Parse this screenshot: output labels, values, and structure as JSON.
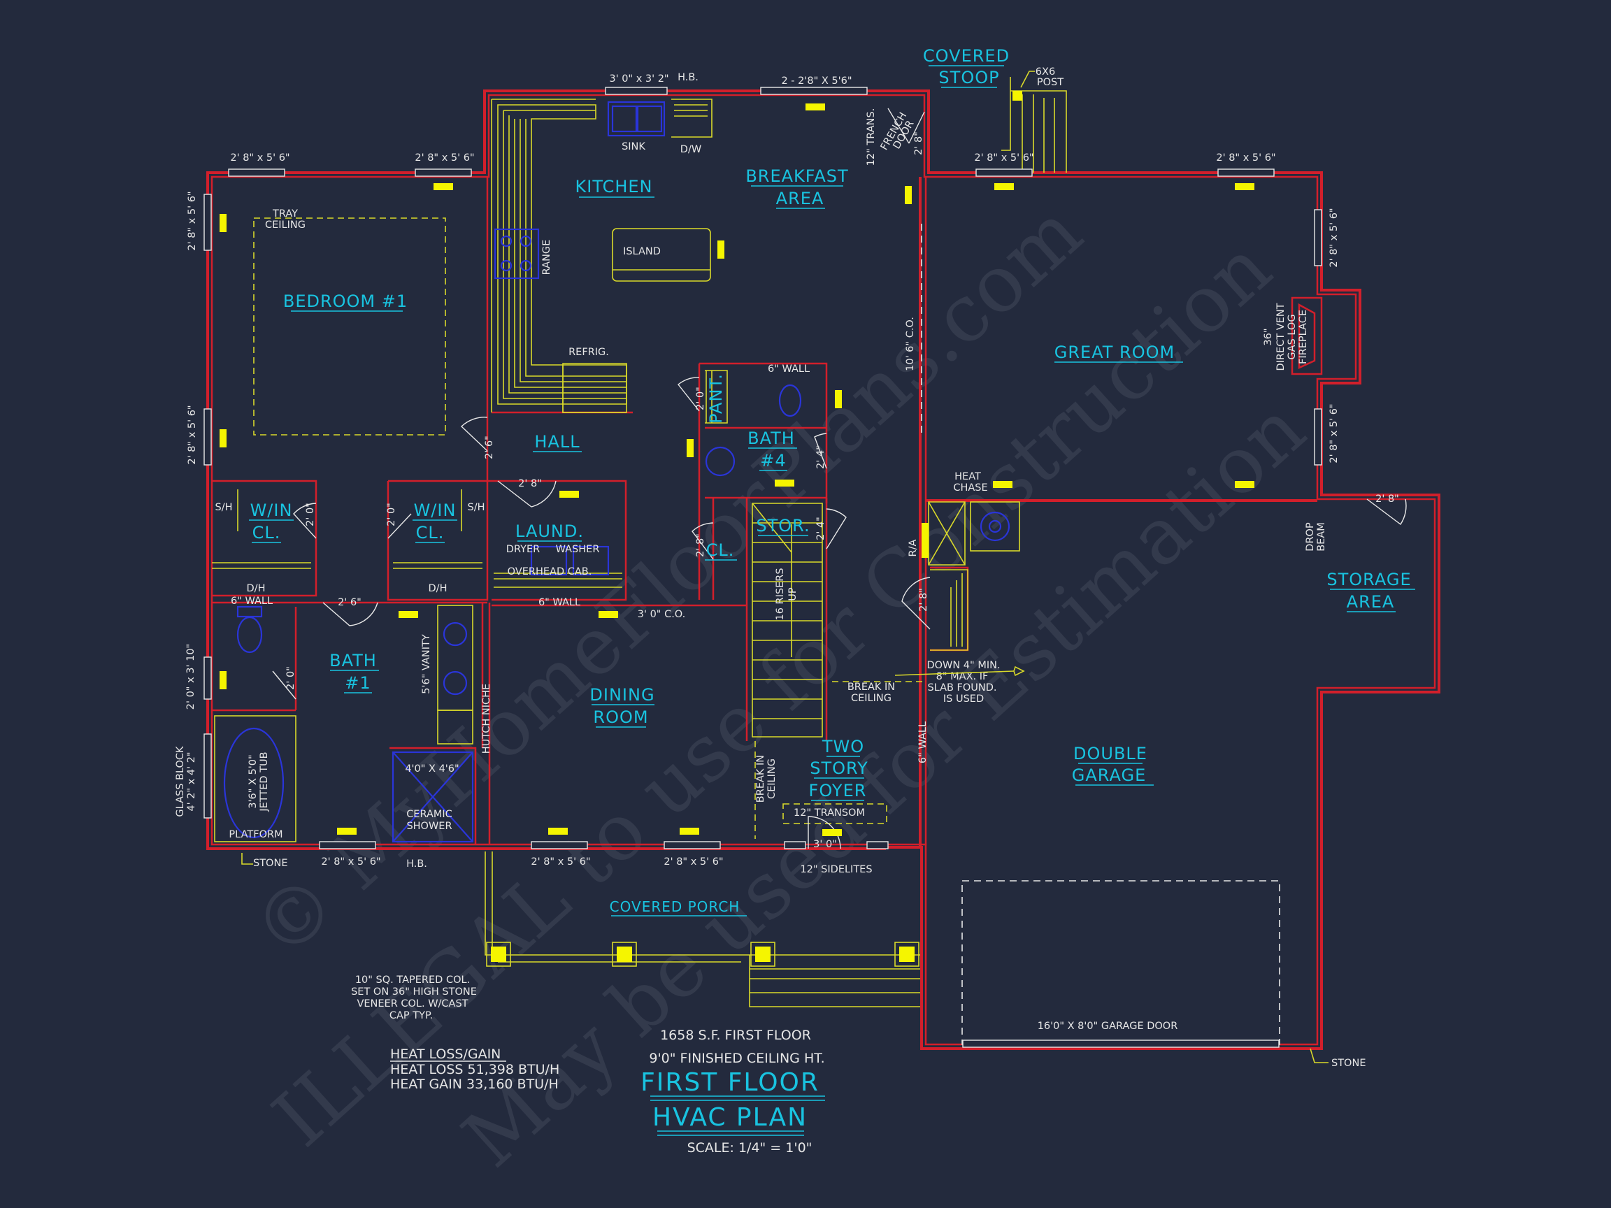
{
  "watermark": {
    "line1": "ILLEGAL to use for Construction",
    "line2": "May be used for Estimation",
    "line3": "© MyHomeFloorPlans.com"
  },
  "rooms": {
    "kitchen": "KITCHEN",
    "breakfast_line1": "BREAKFAST",
    "breakfast_line2": "AREA",
    "covered_stoop_line1": "COVERED",
    "covered_stoop_line2": "STOOP",
    "bedroom1": "BEDROOM #1",
    "great_room": "GREAT ROOM",
    "hall": "HALL",
    "bath4_line1": "BATH",
    "bath4_line2": "#4",
    "pant": "PANT.",
    "win_cl_left_1": "W/IN",
    "win_cl_left_2": "CL.",
    "win_cl_right_1": "W/IN",
    "win_cl_right_2": "CL.",
    "laund": "LAUND.",
    "stor": "STOR.",
    "cl": "CL.",
    "storage_line1": "STORAGE",
    "storage_line2": "AREA",
    "bath1_line1": "BATH",
    "bath1_line2": "#1",
    "dining_line1": "DINING",
    "dining_line2": "ROOM",
    "two_story_line1": "TWO",
    "two_story_line2": "STORY",
    "two_story_line3": "FOYER",
    "double_garage_line1": "DOUBLE",
    "double_garage_line2": "GARAGE",
    "covered_porch": "COVERED PORCH"
  },
  "notes": {
    "win_kitchen": "3' 0\" x 3' 2\"",
    "hb_top": "H.B.",
    "win_breakfast": "2 - 2'8\" X 5'6\"",
    "post": "6X6",
    "post2": "POST",
    "win_bed_top1": "2' 8\" x 5' 6\"",
    "win_bed_top2": "2' 8\" x 5' 6\"",
    "win_bed_left1": "2' 8\" x 5' 6\"",
    "win_bed_left2": "2' 8\" x 5' 6\"",
    "win_gr_top1": "2' 8\" x 5' 6\"",
    "win_gr_top2": "2' 8\" x 5' 6\"",
    "win_gr_right1": "2' 8\" x 5' 6\"",
    "win_gr_right2": "2' 8\" x 5' 6\"",
    "sink": "SINK",
    "dw": "D/W",
    "trans": "12\" TRANS.",
    "french1": "FRENCH",
    "french2": "DOOR",
    "french_size": "2' 8\"",
    "tray1": "TRAY",
    "tray2": "CEILING",
    "island": "ISLAND",
    "range": "RANGE",
    "refrig": "REFRIG.",
    "co_great": "10' 6\" C.O.",
    "fireplace1": "36\"",
    "fireplace2": "DIRECT VENT",
    "fireplace3": "GAS LOG",
    "fireplace4": "FIREPLACE",
    "wall6_top": "6\" WALL",
    "pant_door": "2' 0\"",
    "bath4_door": "2' 4\"",
    "hall_door": "2' 6\"",
    "laund_door": "2' 8\"",
    "heat_chase1": "HEAT",
    "heat_chase2": "CHASE",
    "sh_left": "S/H",
    "sh_right": "S/H",
    "wincl_door_left": "2' 0\"",
    "wincl_door_right": "2' 0\"",
    "dryer": "DRYER",
    "washer": "WASHER",
    "overhead": "OVERHEAD CAB.",
    "cl_door": "2' 8\"",
    "stor_door": "2' 4\"",
    "ra": "R/A",
    "drop_beam1": "DROP",
    "drop_beam2": "BEAM",
    "storage_door": "2' 8\"",
    "dh_left": "D/H",
    "dh_right": "D/H",
    "wall6_bath": "6\" WALL",
    "bath1_door": "2' 6\"",
    "wall6_laund": "6\" WALL",
    "co_dining": "3' 0\" C.O.",
    "risers1": "16 RISERS",
    "risers2": "UP",
    "garage_door_side": "2' 8\"",
    "vanity": "5'6\" VANITY",
    "win_bath": "2' 0\" x 3' 10\"",
    "bath1_inner_door": "2' 0\"",
    "slab1": "DOWN 4\" MIN.",
    "slab2": "8\" MAX. IF",
    "slab3": "SLAB FOUND.",
    "slab4": "IS USED",
    "break_ceiling1a": "BREAK IN",
    "break_ceiling1b": "CEILING",
    "hutch": "HUTCH NICHE",
    "wall6_garage": "6\" WALL",
    "break_ceiling2a": "BREAK IN",
    "break_ceiling2b": "CEILING",
    "tub1": "3'6\" X 5'0\"",
    "tub2": "JETTED TUB",
    "glass1": "GLASS BLOCK",
    "glass2": "4' 2\" x 4' 2\"",
    "shower_size": "4'0\" X 4'6\"",
    "shower1": "CERAMIC",
    "shower2": "SHOWER",
    "transom": "12\" TRANSOM",
    "platform": "PLATFORM",
    "front_door": "3' 0\"",
    "stone_left": "STONE",
    "win_bottom1": "2' 8\" x 5' 6\"",
    "hb_bottom": "H.B.",
    "win_bottom2": "2' 8\" x 5' 6\"",
    "win_bottom3": "2' 8\" x 5' 6\"",
    "sidelites": "12\" SIDELITES",
    "col1": "10\" SQ. TAPERED COL.",
    "col2": "SET ON 36\" HIGH STONE",
    "col3": "VENEER COL. W/CAST",
    "col4": "CAP TYP.",
    "garage_door": "16'0\" X 8'0\" GARAGE DOOR",
    "stone_right": "STONE"
  },
  "footer": {
    "sf": "1658 S.F. FIRST FLOOR",
    "ceiling": "9'0\" FINISHED CEILING HT.",
    "heat_title": "HEAT LOSS/GAIN",
    "heat_loss": "HEAT LOSS 51,398 BTU/H",
    "heat_gain": "HEAT GAIN 33,160 BTU/H",
    "title1": "FIRST FLOOR",
    "title2": "HVAC PLAN",
    "scale": "SCALE:   1/4\" = 1'0\""
  }
}
